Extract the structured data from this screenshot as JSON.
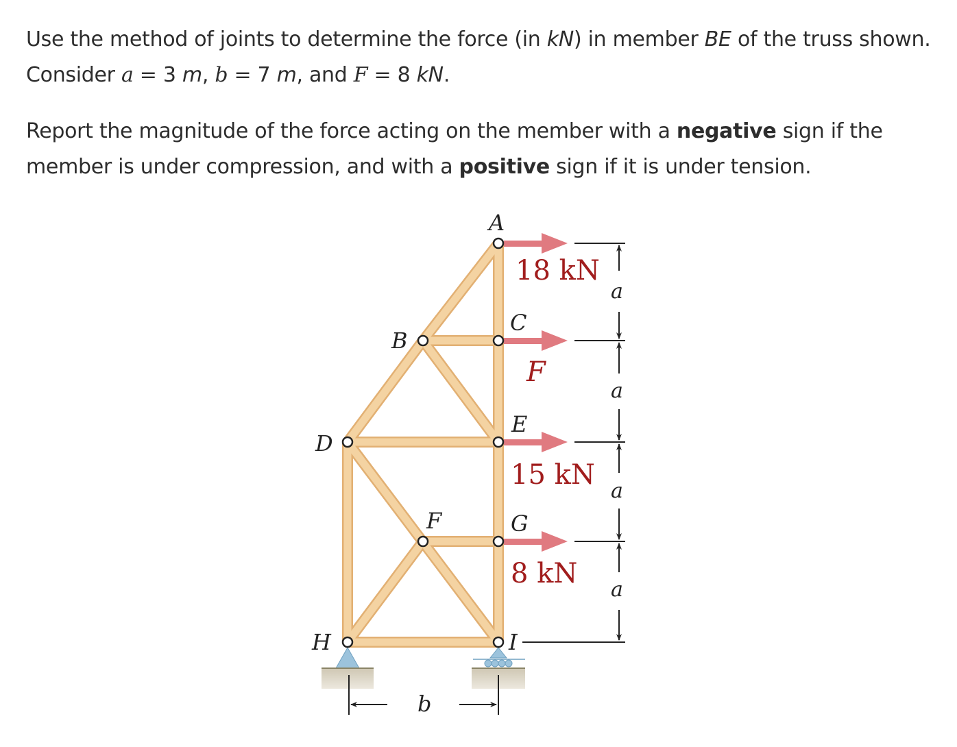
{
  "problem": {
    "line1_pre": "Use the method of joints to determine the force (in ",
    "unit_kN": "kN",
    "line1_mid": ") in member ",
    "member": "BE",
    "line1_post": " of the truss shown. Consider ",
    "a_sym": "a",
    "eq": " = ",
    "a_val": "3",
    "m": " m",
    "comma": ", ",
    "b_sym": "b",
    "b_val": "7",
    "and": ", and ",
    "F_sym": "F",
    "F_val": "8",
    "kN_end": " kN",
    "period": ".",
    "report_pre": "Report the magnitude of the force acting on the member with a ",
    "negative": "negative",
    "report_mid": " sign if the member is under compression, and with a ",
    "positive": "positive",
    "report_post": " sign if it is under tension."
  },
  "diagram": {
    "joints": {
      "A": "A",
      "B": "B",
      "C": "C",
      "D": "D",
      "E": "E",
      "F": "F",
      "G": "G",
      "H": "H",
      "I": "I"
    },
    "loads": {
      "A": "18 kN",
      "C": "F",
      "E": "15 kN",
      "G": "8 kN"
    },
    "dimensions": {
      "vertical": [
        "a",
        "a",
        "a",
        "a"
      ],
      "horizontal": "b"
    },
    "colors": {
      "member_fill": "#f4d3a2",
      "member_edge": "#e2b073",
      "load_arrow": "#e07a80",
      "load_text": "#a11d1d",
      "support": "#9cc3dc",
      "ground": "#d9d2c1"
    }
  }
}
